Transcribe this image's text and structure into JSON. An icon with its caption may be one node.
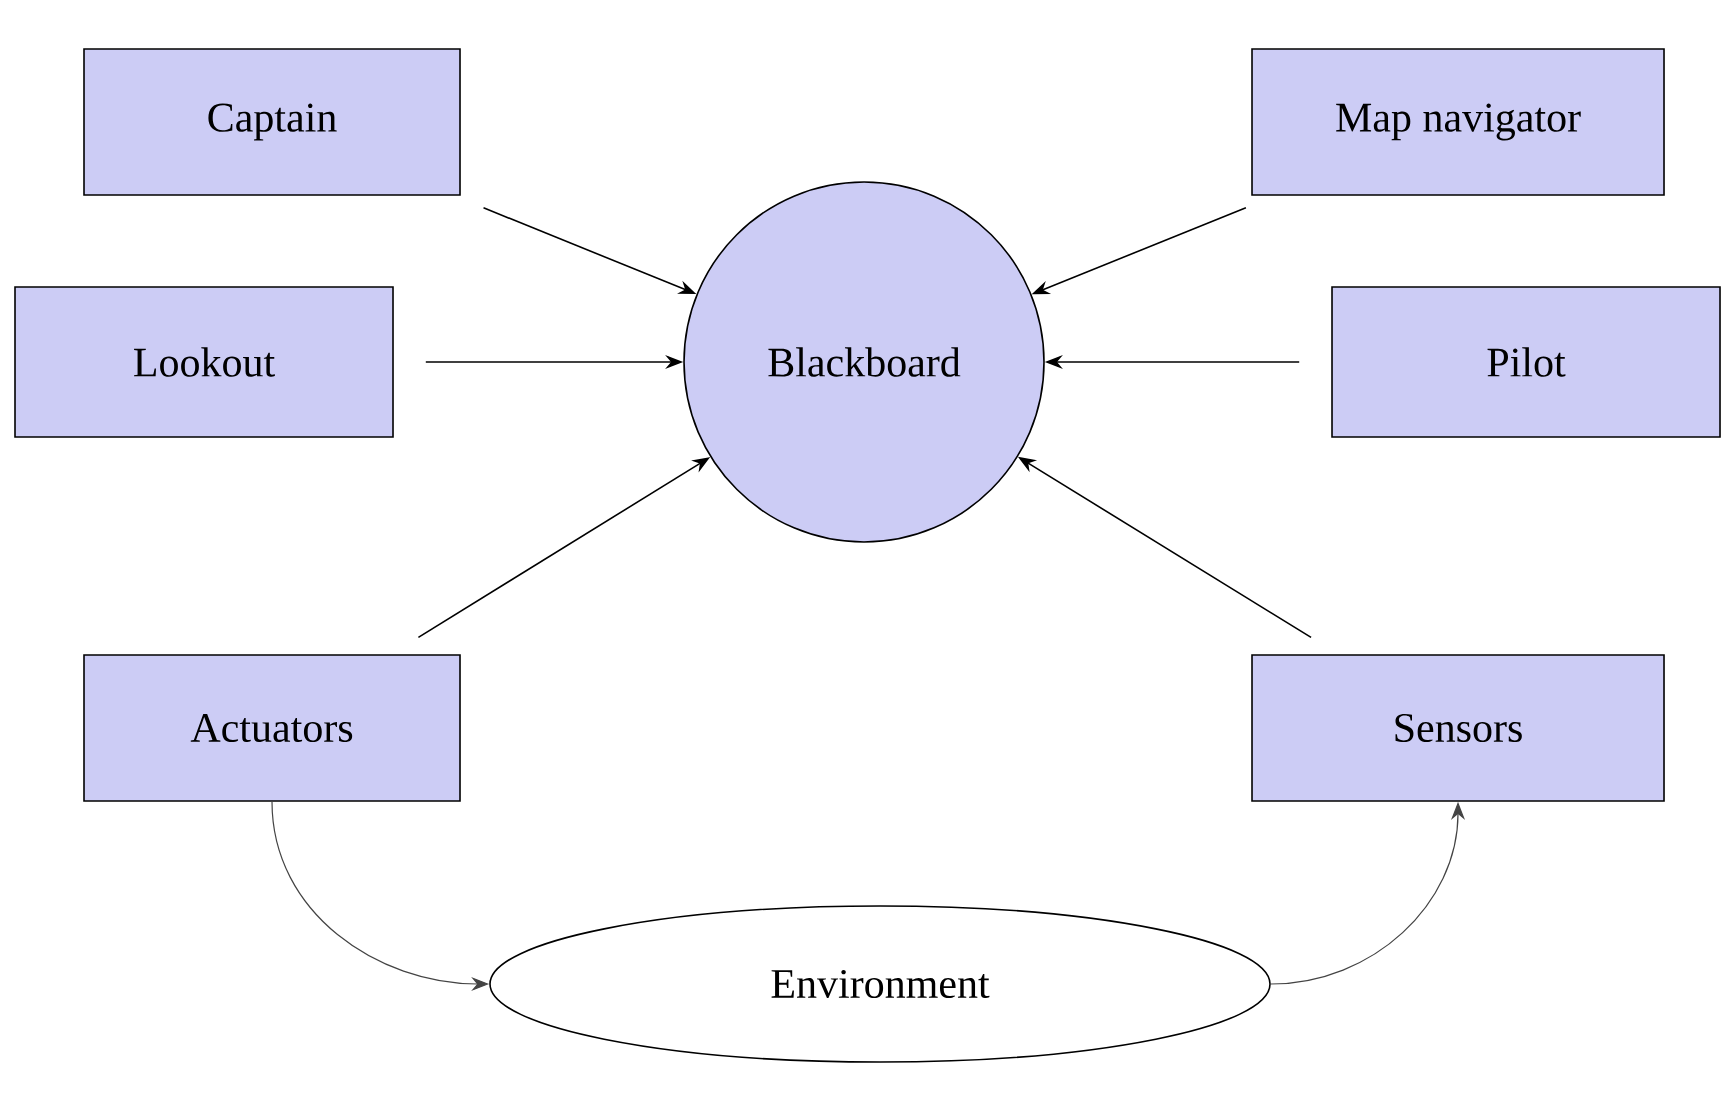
{
  "diagram": {
    "nodes": [
      {
        "text": [
          "Captain"
        ]
      },
      {
        "text": [
          "Map navigator"
        ]
      },
      {
        "text": [
          "Blackboard"
        ]
      },
      {
        "text": [
          "Lookout"
        ]
      },
      {
        "text": [
          "Pilot"
        ]
      },
      {
        "text": [
          "Actuators"
        ]
      },
      {
        "text": [
          "Sensors"
        ]
      },
      {
        "text": [
          "Environment"
        ]
      }
    ],
    "edges": [
      {
        "from": 0,
        "to": 2,
        "arrow": "to"
      },
      {
        "from": 1,
        "to": 2,
        "arrow": "to"
      },
      {
        "from": 3,
        "to": 2,
        "arrow": "to"
      },
      {
        "from": 4,
        "to": 2,
        "arrow": "to"
      },
      {
        "from": 5,
        "to": 2,
        "arrow": "to"
      },
      {
        "from": 6,
        "to": 2,
        "arrow": "to"
      },
      {
        "from": 5,
        "to": 7,
        "arrow": "to",
        "color": "#444444"
      },
      {
        "from": 7,
        "to": 6,
        "arrow": "to",
        "color": "#444444"
      }
    ]
  }
}
